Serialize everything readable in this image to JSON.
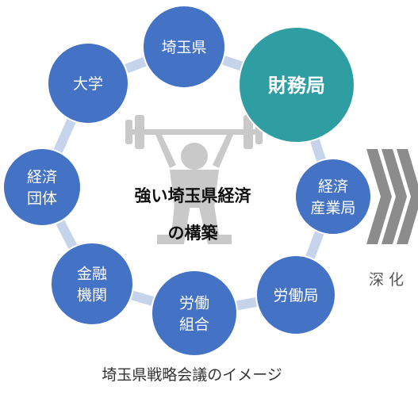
{
  "diagram": {
    "colors": {
      "node_default": "#4472c4",
      "node_highlight": "#2e9ea3",
      "node_stroke": "#ffffff",
      "connector": "#c5d4ea",
      "icon": "#c9c9c9",
      "chevron": "#8c8c8c"
    },
    "nodes": [
      {
        "id": "saitama-pref",
        "lines": [
          "埼玉県"
        ],
        "highlight": false
      },
      {
        "id": "finance-bureau",
        "lines": [
          "財務局"
        ],
        "highlight": true
      },
      {
        "id": "meti-bureau",
        "lines": [
          "経済",
          "産業局"
        ],
        "highlight": false
      },
      {
        "id": "labor-bureau",
        "lines": [
          "労働局"
        ],
        "highlight": false
      },
      {
        "id": "labor-union",
        "lines": [
          "労働",
          "組合"
        ],
        "highlight": false
      },
      {
        "id": "financial-institutions",
        "lines": [
          "金融",
          "機関"
        ],
        "highlight": false
      },
      {
        "id": "economic-orgs",
        "lines": [
          "経済",
          "団体"
        ],
        "highlight": false
      },
      {
        "id": "university",
        "lines": [
          "大学"
        ],
        "highlight": false
      }
    ],
    "center": {
      "icon": "weightlifter-icon",
      "lines": [
        "強い埼玉県経済",
        "の構築"
      ]
    },
    "deepen": {
      "icon": "triple-chevron-right-icon",
      "label": "深化"
    },
    "caption": "埼玉県戦略会議のイメージ"
  }
}
